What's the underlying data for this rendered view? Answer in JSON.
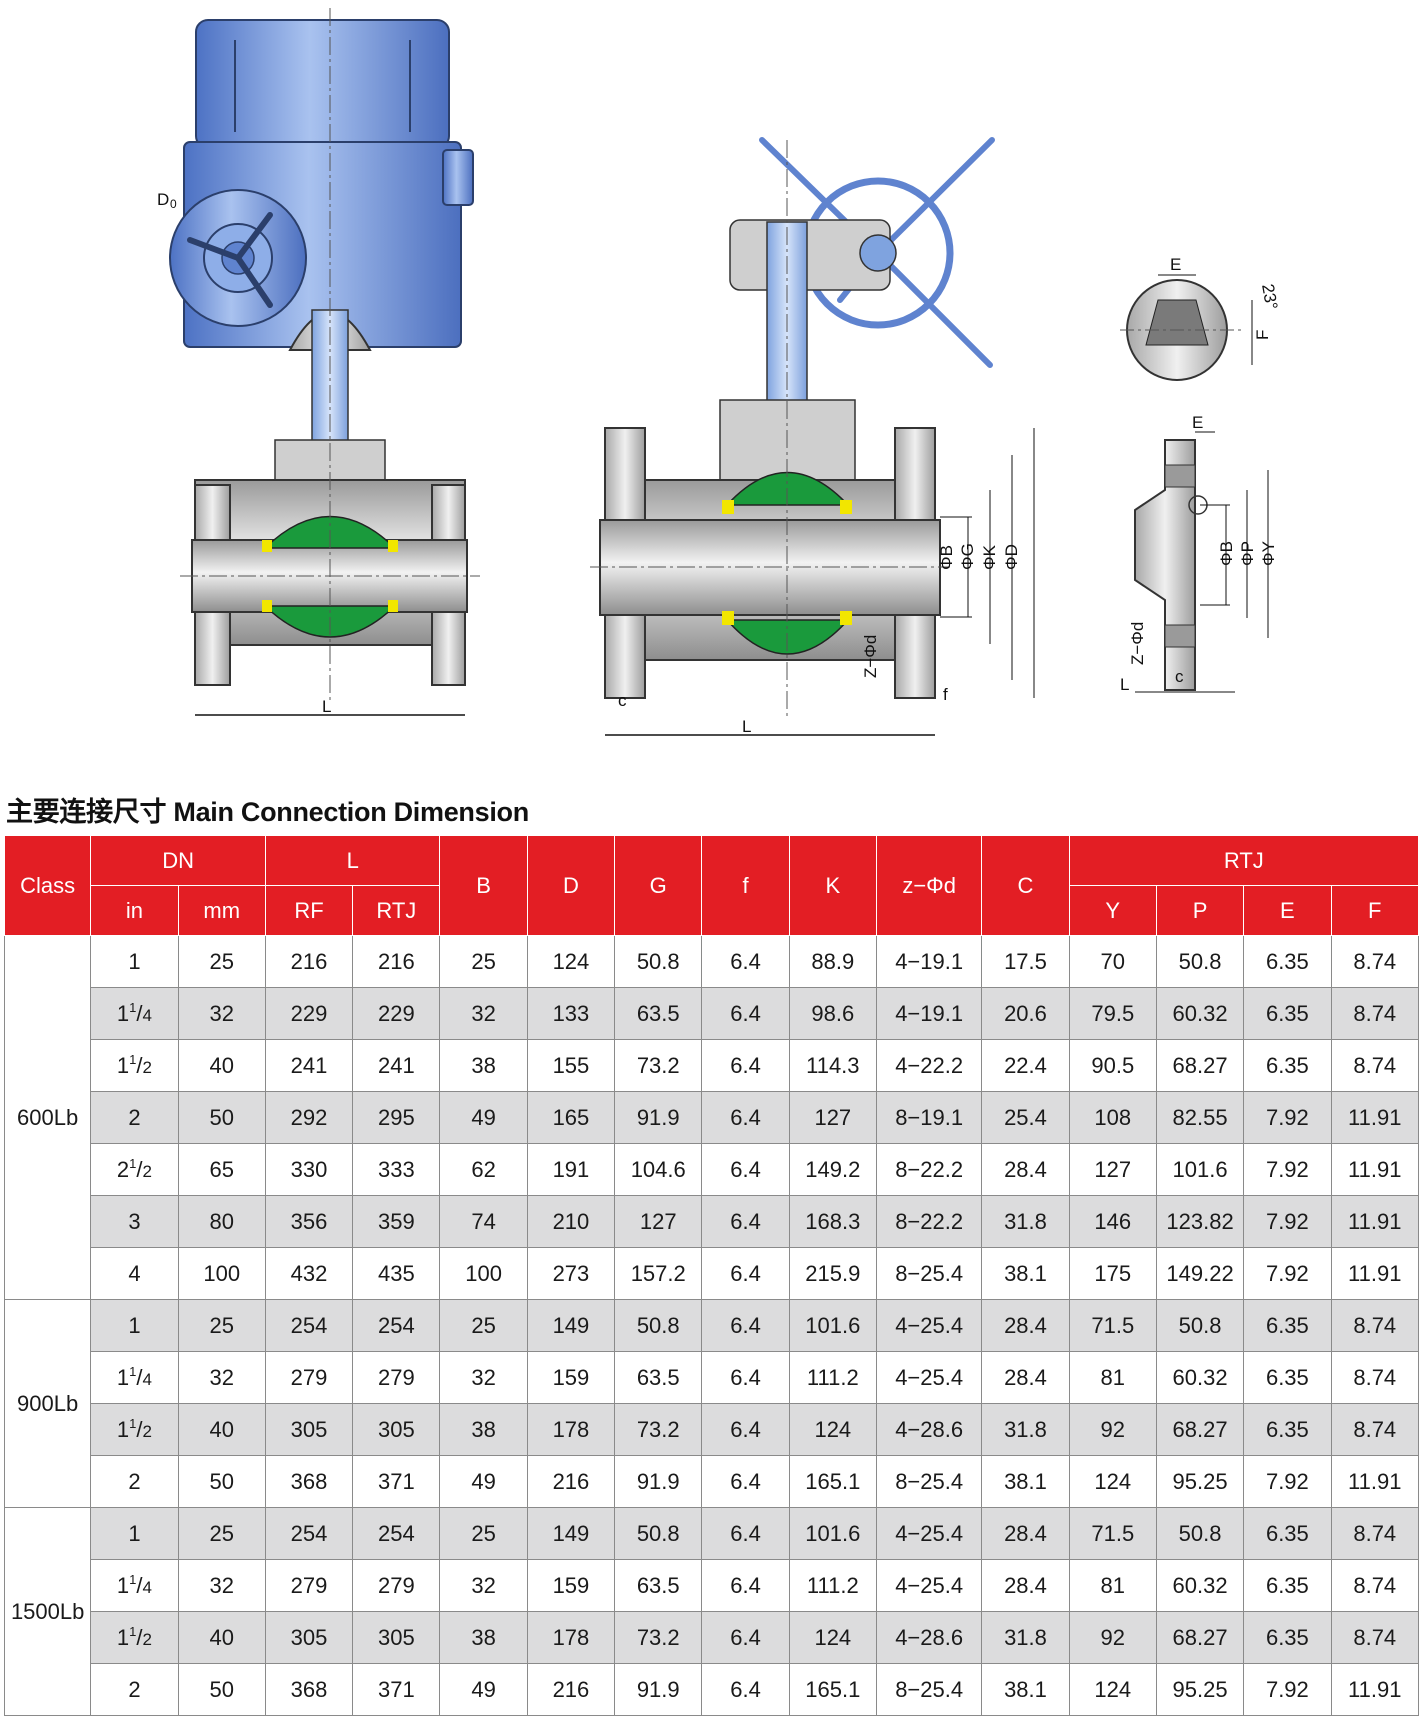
{
  "drawing_labels": {
    "actuator_d0": "D",
    "actuator_d0_sub": "0",
    "length_label": "L",
    "gear_c": "c",
    "gear_f": "f",
    "gear_phiB": "ΦB",
    "gear_phiG": "ΦG",
    "gear_phiK": "ΦK",
    "gear_phiD": "ΦD",
    "gear_zphid": "Z−Φd",
    "ring_e": "E",
    "ring_angle": "23°",
    "ring_f": "F",
    "flange_e": "E",
    "flange_phiB": "ΦB",
    "flange_phiP": "ΦP",
    "flange_phiY": "ΦY",
    "flange_zphid": "Z−Φd",
    "flange_l": "L",
    "flange_c": "c"
  },
  "section_title": "主要连接尺寸 Main Connection Dimension",
  "table": {
    "headers": {
      "class": "Class",
      "dn": "DN",
      "in": "in",
      "mm": "mm",
      "l": "L",
      "rf": "RF",
      "rtj": "RTJ",
      "b": "B",
      "d": "D",
      "g": "G",
      "f_small": "f",
      "k": "K",
      "zphid": "z−Φd",
      "c": "C",
      "rtj_group": "RTJ",
      "y": "Y",
      "p": "P",
      "e": "E",
      "f": "F"
    },
    "groups": [
      {
        "class": "600Lb",
        "rows": [
          {
            "in": "1",
            "mm": "25",
            "rf": "216",
            "rtj": "216",
            "b": "25",
            "d": "124",
            "g": "50.8",
            "f": "6.4",
            "k": "88.9",
            "zphid": "4−19.1",
            "c": "17.5",
            "y": "70",
            "p": "50.8",
            "e": "6.35",
            "F": "8.74"
          },
          {
            "in": "11/4",
            "mm": "32",
            "rf": "229",
            "rtj": "229",
            "b": "32",
            "d": "133",
            "g": "63.5",
            "f": "6.4",
            "k": "98.6",
            "zphid": "4−19.1",
            "c": "20.6",
            "y": "79.5",
            "p": "60.32",
            "e": "6.35",
            "F": "8.74"
          },
          {
            "in": "11/2",
            "mm": "40",
            "rf": "241",
            "rtj": "241",
            "b": "38",
            "d": "155",
            "g": "73.2",
            "f": "6.4",
            "k": "114.3",
            "zphid": "4−22.2",
            "c": "22.4",
            "y": "90.5",
            "p": "68.27",
            "e": "6.35",
            "F": "8.74"
          },
          {
            "in": "2",
            "mm": "50",
            "rf": "292",
            "rtj": "295",
            "b": "49",
            "d": "165",
            "g": "91.9",
            "f": "6.4",
            "k": "127",
            "zphid": "8−19.1",
            "c": "25.4",
            "y": "108",
            "p": "82.55",
            "e": "7.92",
            "F": "11.91"
          },
          {
            "in": "21/2",
            "mm": "65",
            "rf": "330",
            "rtj": "333",
            "b": "62",
            "d": "191",
            "g": "104.6",
            "f": "6.4",
            "k": "149.2",
            "zphid": "8−22.2",
            "c": "28.4",
            "y": "127",
            "p": "101.6",
            "e": "7.92",
            "F": "11.91"
          },
          {
            "in": "3",
            "mm": "80",
            "rf": "356",
            "rtj": "359",
            "b": "74",
            "d": "210",
            "g": "127",
            "f": "6.4",
            "k": "168.3",
            "zphid": "8−22.2",
            "c": "31.8",
            "y": "146",
            "p": "123.82",
            "e": "7.92",
            "F": "11.91"
          },
          {
            "in": "4",
            "mm": "100",
            "rf": "432",
            "rtj": "435",
            "b": "100",
            "d": "273",
            "g": "157.2",
            "f": "6.4",
            "k": "215.9",
            "zphid": "8−25.4",
            "c": "38.1",
            "y": "175",
            "p": "149.22",
            "e": "7.92",
            "F": "11.91"
          }
        ]
      },
      {
        "class": "900Lb",
        "rows": [
          {
            "in": "1",
            "mm": "25",
            "rf": "254",
            "rtj": "254",
            "b": "25",
            "d": "149",
            "g": "50.8",
            "f": "6.4",
            "k": "101.6",
            "zphid": "4−25.4",
            "c": "28.4",
            "y": "71.5",
            "p": "50.8",
            "e": "6.35",
            "F": "8.74"
          },
          {
            "in": "11/4",
            "mm": "32",
            "rf": "279",
            "rtj": "279",
            "b": "32",
            "d": "159",
            "g": "63.5",
            "f": "6.4",
            "k": "111.2",
            "zphid": "4−25.4",
            "c": "28.4",
            "y": "81",
            "p": "60.32",
            "e": "6.35",
            "F": "8.74"
          },
          {
            "in": "11/2",
            "mm": "40",
            "rf": "305",
            "rtj": "305",
            "b": "38",
            "d": "178",
            "g": "73.2",
            "f": "6.4",
            "k": "124",
            "zphid": "4−28.6",
            "c": "31.8",
            "y": "92",
            "p": "68.27",
            "e": "6.35",
            "F": "8.74"
          },
          {
            "in": "2",
            "mm": "50",
            "rf": "368",
            "rtj": "371",
            "b": "49",
            "d": "216",
            "g": "91.9",
            "f": "6.4",
            "k": "165.1",
            "zphid": "8−25.4",
            "c": "38.1",
            "y": "124",
            "p": "95.25",
            "e": "7.92",
            "F": "11.91"
          }
        ]
      },
      {
        "class": "1500Lb",
        "rows": [
          {
            "in": "1",
            "mm": "25",
            "rf": "254",
            "rtj": "254",
            "b": "25",
            "d": "149",
            "g": "50.8",
            "f": "6.4",
            "k": "101.6",
            "zphid": "4−25.4",
            "c": "28.4",
            "y": "71.5",
            "p": "50.8",
            "e": "6.35",
            "F": "8.74"
          },
          {
            "in": "11/4",
            "mm": "32",
            "rf": "279",
            "rtj": "279",
            "b": "32",
            "d": "159",
            "g": "63.5",
            "f": "6.4",
            "k": "111.2",
            "zphid": "4−25.4",
            "c": "28.4",
            "y": "81",
            "p": "60.32",
            "e": "6.35",
            "F": "8.74"
          },
          {
            "in": "11/2",
            "mm": "40",
            "rf": "305",
            "rtj": "305",
            "b": "38",
            "d": "178",
            "g": "73.2",
            "f": "6.4",
            "k": "124",
            "zphid": "4−28.6",
            "c": "31.8",
            "y": "92",
            "p": "68.27",
            "e": "6.35",
            "F": "8.74"
          },
          {
            "in": "2",
            "mm": "50",
            "rf": "368",
            "rtj": "371",
            "b": "49",
            "d": "216",
            "g": "91.9",
            "f": "6.4",
            "k": "165.1",
            "zphid": "8−25.4",
            "c": "38.1",
            "y": "124",
            "p": "95.25",
            "e": "7.92",
            "F": "11.91"
          }
        ]
      }
    ]
  },
  "colors": {
    "header_red": "#e31e24",
    "alt_row_grey": "#dcdcdd",
    "actuator_blue": "#6b8fd6",
    "body_grey": "#c9c9c9",
    "ball_green": "#1a9a3c",
    "seat_yellow": "#f2e600",
    "packing_orange": "#e0781e"
  }
}
